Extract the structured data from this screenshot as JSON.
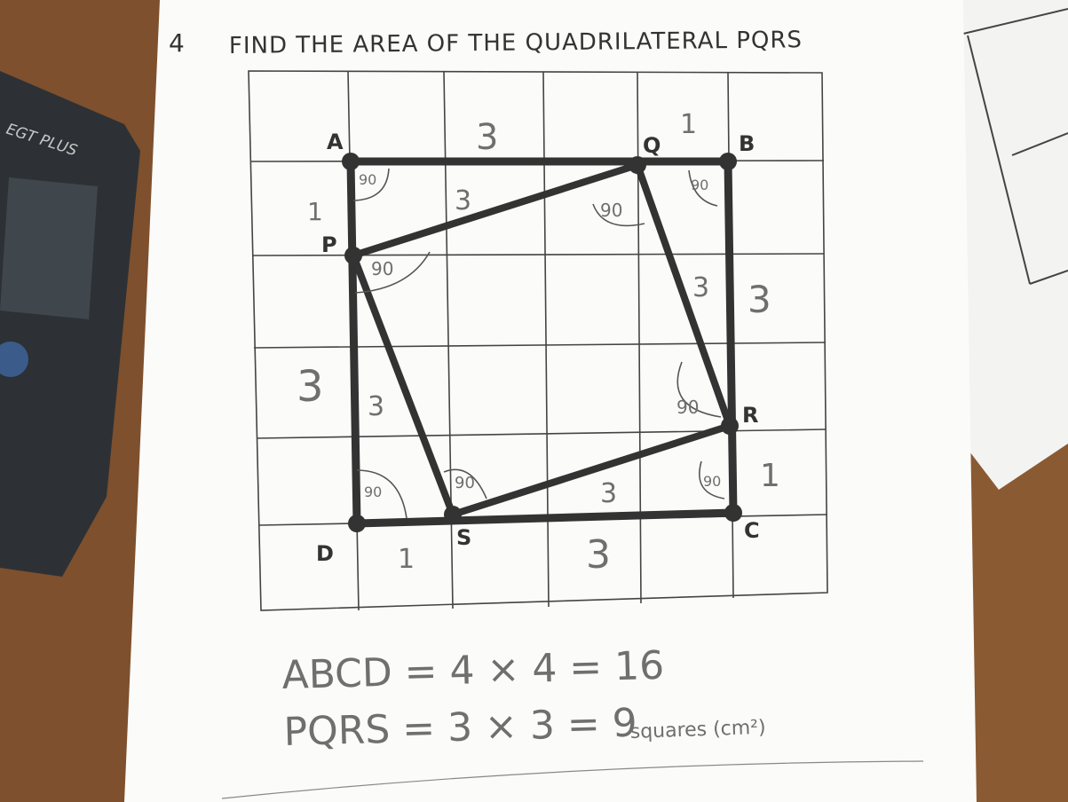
{
  "title": "FIND THE AREA OF THE QUADRILATERAL PQRS",
  "question_mark": "4",
  "calculator_text": "EGT PLUS",
  "points": {
    "A": "A",
    "B": "B",
    "C": "C",
    "D": "D",
    "P": "P",
    "Q": "Q",
    "R": "R",
    "S": "S"
  },
  "angle_label": "90",
  "segment_labels": {
    "AQ": "3",
    "QB": "1",
    "AP": "1",
    "PD": "3",
    "BR": "3",
    "RC": "1",
    "DS": "1",
    "SC": "3"
  },
  "hypotenuse_labels": {
    "PQ": "3",
    "QR": "3",
    "PS": "3",
    "SR": "3"
  },
  "working": {
    "line1": "ABCD = 4 × 4 = 16",
    "line2_prefix": "PQRS = 3 × 3 = 9",
    "line2_units": "squares (cm²)"
  },
  "colors": {
    "ink": "#333333",
    "pencil": "#6f6f6f",
    "paper": "#fbfbf9",
    "desk": "#8a5a33"
  }
}
